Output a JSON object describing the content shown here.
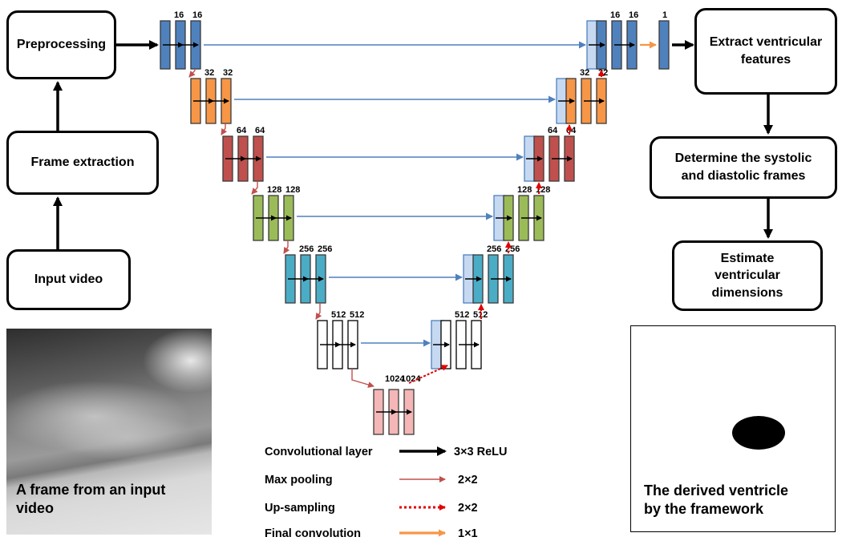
{
  "pipeline": {
    "preprocessing": "Preprocessing",
    "frame_extraction": "Frame extraction",
    "input_video": "Input video",
    "extract_features": "Extract ventricular features",
    "determine_frames": "Determine the systolic and diastolic frames",
    "estimate_dimensions": "Estimate ventricular dimensions"
  },
  "unet": {
    "encoder": [
      {
        "left": "16",
        "right": "16",
        "color": "#4f81bd"
      },
      {
        "left": "32",
        "right": "32",
        "color": "#f79646"
      },
      {
        "left": "64",
        "right": "64",
        "color": "#c0504d"
      },
      {
        "left": "128",
        "right": "128",
        "color": "#9bbb59"
      },
      {
        "left": "256",
        "right": "256",
        "color": "#4bacc6"
      },
      {
        "left": "512",
        "right": "512",
        "color": "#ffffff"
      }
    ],
    "bottleneck": {
      "left": "1024",
      "right": "1024",
      "color": "#f4b6b6"
    },
    "decoder": [
      {
        "left": "16",
        "right": "16",
        "color": "#4f81bd"
      },
      {
        "left": "32",
        "right": "32",
        "color": "#f79646"
      },
      {
        "left": "64",
        "right": "64",
        "color": "#c0504d"
      },
      {
        "left": "128",
        "right": "128",
        "color": "#9bbb59"
      },
      {
        "left": "256",
        "right": "256",
        "color": "#4bacc6"
      },
      {
        "left": "512",
        "right": "512",
        "color": "#ffffff"
      }
    ],
    "final_output": "1",
    "skip_color": "#4f81bd",
    "pool_color": "#c0504d",
    "upsample_color": "#e00000",
    "final_color": "#f79646"
  },
  "legend": [
    {
      "label": "Convolutional layer",
      "op": "3×3 ReLU",
      "color": "#000000"
    },
    {
      "label": "Max pooling",
      "op": "2×2",
      "color": "#c0504d"
    },
    {
      "label": "Up-sampling",
      "op": "2×2",
      "color": "#e00000"
    },
    {
      "label": "Final convolution",
      "op": "1×1",
      "color": "#f79646"
    }
  ],
  "panels": {
    "input_frame_caption": "A frame from an input video",
    "output_caption": "The derived ventricle by the framework"
  }
}
